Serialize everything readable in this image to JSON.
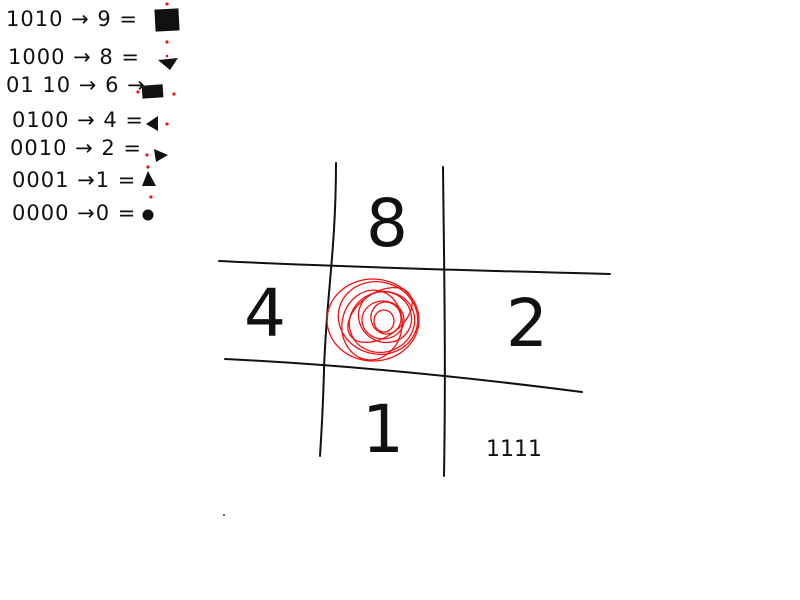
{
  "legend": [
    {
      "text": "1010 → 9 =",
      "shape": "square"
    },
    {
      "text": "1000 → 8 =",
      "shape": "triangle-down"
    },
    {
      "text": "01 10 → 6 →",
      "shape": "rectangle"
    },
    {
      "text": "0100 → 4 =",
      "shape": "triangle-left"
    },
    {
      "text": "0010 → 2 =",
      "shape": "triangle-right"
    },
    {
      "text": "0001 →1 =",
      "shape": "triangle-up"
    },
    {
      "text": "0000 →0 =",
      "shape": "circle"
    }
  ],
  "grid": {
    "top_label": "8",
    "left_label": "4",
    "right_label": "2",
    "bottom_label": "1",
    "corner_label": "1111"
  },
  "colors": {
    "ink": "#111111",
    "highlight": "#ee1111"
  }
}
